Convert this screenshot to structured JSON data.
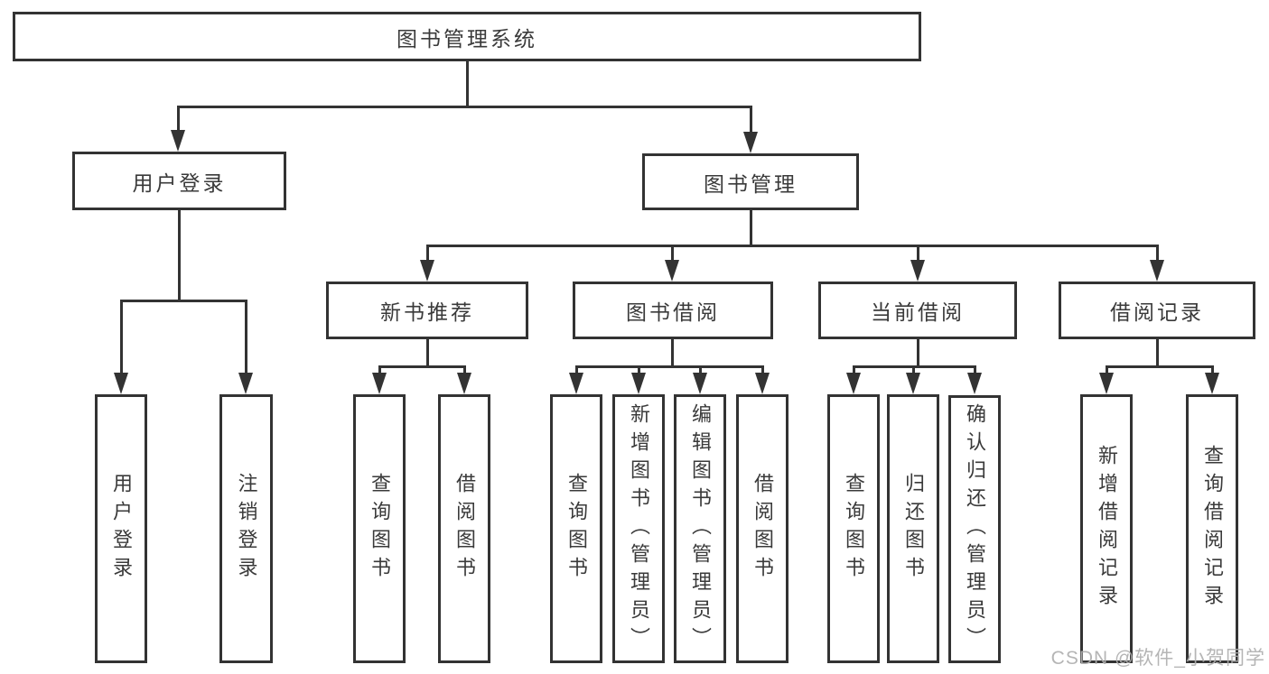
{
  "nodes": {
    "root": "图书管理系统",
    "user_login": "用户登录",
    "book_management": "图书管理",
    "new_book_recommend": "新书推荐",
    "book_borrow": "图书借阅",
    "current_borrow": "当前借阅",
    "borrow_records": "借阅记录",
    "leaf_user_login": "用户登录",
    "leaf_logout": "注销登录",
    "leaf_nbr_query": "查询图书",
    "leaf_nbr_borrow": "借阅图书",
    "leaf_bb_query": "查询图书",
    "leaf_bb_add": "新增图书（管理员）",
    "leaf_bb_edit": "编辑图书（管理员）",
    "leaf_bb_borrow": "借阅图书",
    "leaf_cb_query": "查询图书",
    "leaf_cb_return": "归还图书",
    "leaf_cb_confirm": "确认归还（管理员）",
    "leaf_br_add": "新增借阅记录",
    "leaf_br_query": "查询借阅记录"
  },
  "hierarchy": {
    "图书管理系统": [
      "用户登录",
      "图书管理"
    ],
    "用户登录": [
      "用户登录",
      "注销登录"
    ],
    "图书管理": [
      "新书推荐",
      "图书借阅",
      "当前借阅",
      "借阅记录"
    ],
    "新书推荐": [
      "查询图书",
      "借阅图书"
    ],
    "图书借阅": [
      "查询图书",
      "新增图书（管理员）",
      "编辑图书（管理员）",
      "借阅图书"
    ],
    "当前借阅": [
      "查询图书",
      "归还图书",
      "确认归还（管理员）"
    ],
    "借阅记录": [
      "新增借阅记录",
      "查询借阅记录"
    ]
  },
  "watermark": "CSDN @软件_小贺同学",
  "colors": {
    "line": "#333333",
    "text": "#3a3a3a",
    "background": "#ffffff",
    "watermark": "#afafaf"
  }
}
